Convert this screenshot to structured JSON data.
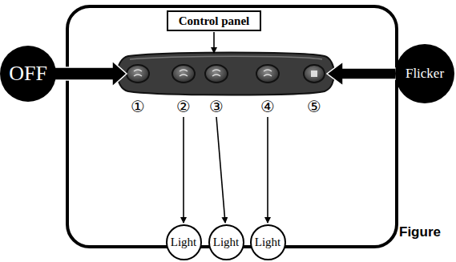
{
  "diagram": {
    "nodes": [
      {
        "text": [
          "Control panel"
        ]
      },
      {
        "text": [
          "OFF"
        ]
      },
      {
        "text": [
          "Flicker"
        ]
      },
      {
        "text": [
          "Light"
        ]
      },
      {
        "text": [
          "Light"
        ]
      },
      {
        "text": [
          "Light"
        ]
      }
    ],
    "labels": [
      "①",
      "②",
      "③",
      "④",
      "⑤",
      "Figure"
    ]
  }
}
